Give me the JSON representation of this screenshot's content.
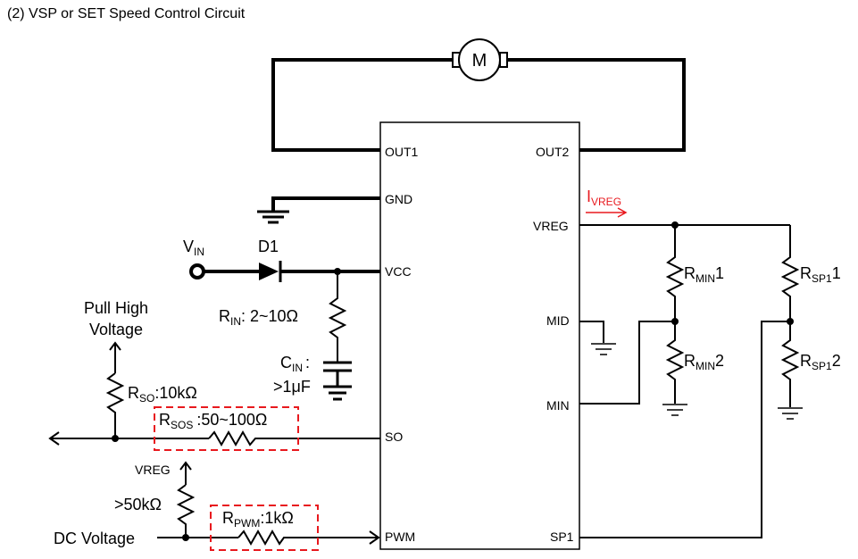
{
  "title": "(2) VSP or SET Speed Control Circuit",
  "motor_label": "M",
  "ic_pins": {
    "out1": "OUT1",
    "gnd": "GND",
    "vcc": "VCC",
    "so": "SO",
    "pwm": "PWM",
    "out2": "OUT2",
    "vreg": "VREG",
    "mid": "MID",
    "min": "MIN",
    "sp1": "SP1"
  },
  "labels": {
    "vin_main": "V",
    "vin_sub": "IN",
    "d1": "D1",
    "rin_main": "R",
    "rin_sub": "IN",
    "rin_value": ": 2~10Ω",
    "cin_main": "C",
    "cin_sub": "IN",
    "cin_colon": ":",
    "cin_value": ">1μF",
    "pull_high_line1": "Pull High",
    "pull_high_line2": "Voltage",
    "rso_main": "R",
    "rso_sub": "SO",
    "rso_value": ":10kΩ",
    "rsos_main": "R",
    "rsos_sub": "SOS",
    "rsos_value": ":50~100Ω",
    "vreg_small": "VREG",
    "r50k": ">50kΩ",
    "rpwm_main": "R",
    "rpwm_sub": "PWM",
    "rpwm_value": ":1kΩ",
    "dc_voltage": "DC Voltage",
    "ivreg_main": "I",
    "ivreg_sub": "VREG",
    "rmin1_main": "R",
    "rmin1_sub": "MIN",
    "rmin1_suffix": "1",
    "rmin2_main": "R",
    "rmin2_sub": "MIN",
    "rmin2_suffix": "2",
    "rsp1_1_main": "R",
    "rsp1_1_sub": "SP1",
    "rsp1_1_suffix": "1",
    "rsp1_2_main": "R",
    "rsp1_2_sub": "SP1",
    "rsp1_2_suffix": "2"
  },
  "colors": {
    "annotation": "#e8191e",
    "wire": "#000000"
  }
}
